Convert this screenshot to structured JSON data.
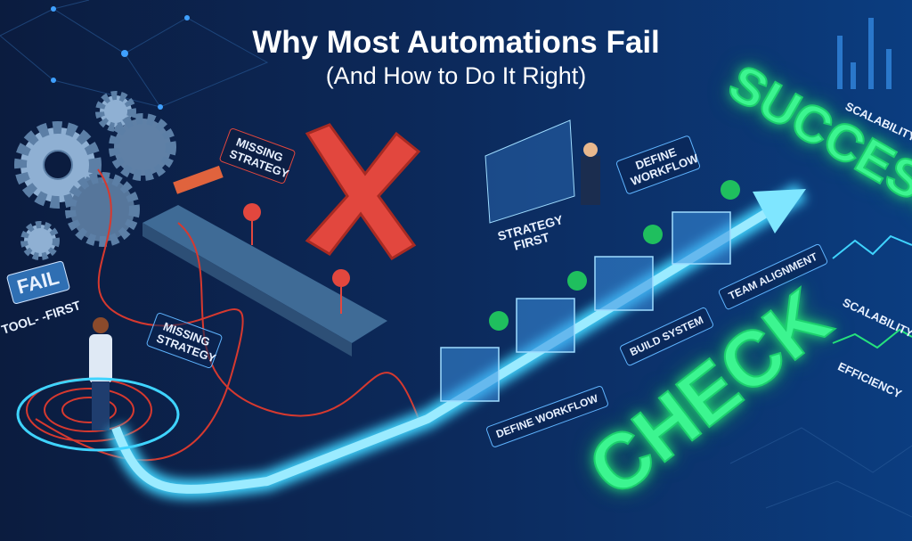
{
  "title": "Why Most Automations Fail",
  "subtitle": "(And How to Do It Right)",
  "left": {
    "missing_strategy_top": "MISSING STRATEGY",
    "missing_strategy_bottom": "MISSING STRATEGY",
    "fail_sign": "FAIL",
    "tool_first": "TOOL- -FIRST"
  },
  "right": {
    "strategy_first": "STRATEGY FIRST",
    "define_workflow_top": "DEFINE WORKFLOW",
    "define_workflow_bottom": "DEFINE WORKFLOW",
    "build_system": "BUILD SYSTEM",
    "team_alignment": "TEAM ALIGNMENT",
    "success": "SUCCESS",
    "check": "CHECK",
    "scalability_top": "SCALABILITY",
    "scalability_mid": "SCALABILITY",
    "efficiency": "EFFICIENCY"
  },
  "colors": {
    "bg_left": "#0b1c3f",
    "bg_right": "#0b3d80",
    "neon_green": "#3cf590",
    "glow_blue": "#3fd4ff",
    "fail_red": "#e2473e"
  }
}
